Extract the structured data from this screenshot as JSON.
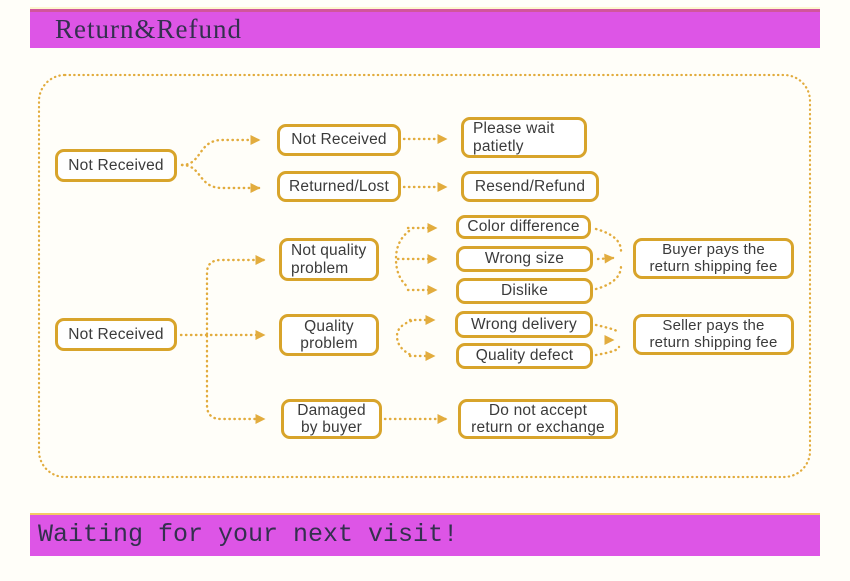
{
  "header": {
    "title": "Return&Refund"
  },
  "footer": {
    "text": "Waiting for your next visit!"
  },
  "flow": {
    "nodes": {
      "nr1": "Not Received",
      "nr2": "Not Received",
      "rl": "Returned/Lost",
      "pw": "Please wait\npatietly",
      "rr": "Resend/Refund",
      "nqp": "Not quality\nproblem",
      "qp": "Quality\nproblem",
      "nr3": "Not Received",
      "cd": "Color difference",
      "ws": "Wrong size",
      "dl": "Dislike",
      "wd": "Wrong delivery",
      "qd": "Quality defect",
      "bp": "Buyer pays the\nreturn shipping fee",
      "sp": "Seller pays the\nreturn shipping fee",
      "db": "Damaged\nby buyer",
      "dna": "Do not accept\nreturn or exchange"
    },
    "edges": [
      {
        "from": "nr1",
        "to": "nr2"
      },
      {
        "from": "nr1",
        "to": "rl"
      },
      {
        "from": "nr2",
        "to": "pw"
      },
      {
        "from": "rl",
        "to": "rr"
      },
      {
        "from": "nr3",
        "to": "nqp"
      },
      {
        "from": "nr3",
        "to": "qp"
      },
      {
        "from": "nr3",
        "to": "db"
      },
      {
        "from": "nqp",
        "to": "cd"
      },
      {
        "from": "nqp",
        "to": "ws"
      },
      {
        "from": "nqp",
        "to": "dl"
      },
      {
        "from": "qp",
        "to": "wd"
      },
      {
        "from": "qp",
        "to": "qd"
      },
      {
        "from": "cd",
        "to": "bp"
      },
      {
        "from": "ws",
        "to": "bp"
      },
      {
        "from": "dl",
        "to": "bp"
      },
      {
        "from": "wd",
        "to": "sp"
      },
      {
        "from": "qd",
        "to": "sp"
      },
      {
        "from": "db",
        "to": "dna"
      }
    ]
  },
  "colors": {
    "banner": "#DD55E6",
    "banner_top_edge": "#D1559C",
    "footer_top_edge": "#F2CB66",
    "box_border": "#D8A42B",
    "connector": "#E2AC3E",
    "box_text": "#3B3B3B",
    "banner_text": "#33304E",
    "background": "#FFFEF9"
  }
}
